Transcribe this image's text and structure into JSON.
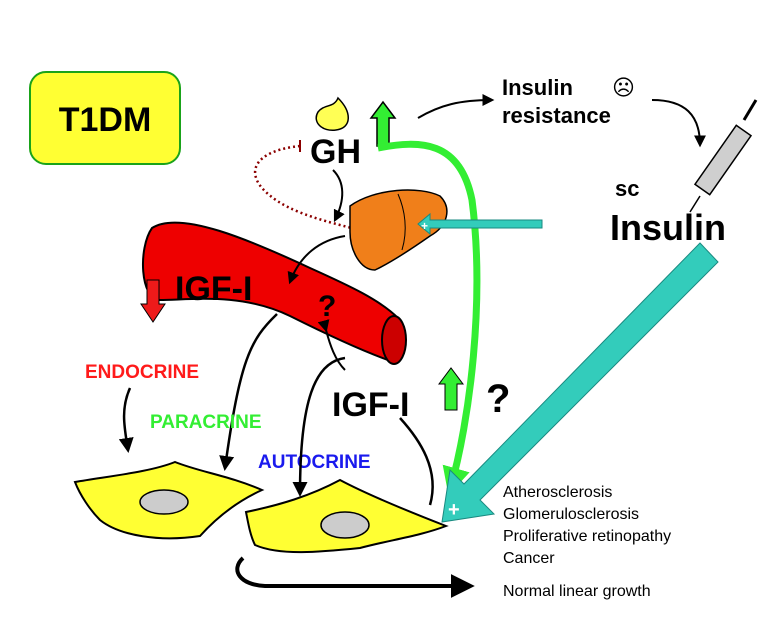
{
  "title_box": {
    "label": "T1DM",
    "fill": "#ffff33",
    "border": "#1aa31a"
  },
  "hormones": {
    "gh": "GH",
    "igf_liver": "IGF-I",
    "igf_local": "IGF-I"
  },
  "question_marks": {
    "vessel": "?",
    "local": "?"
  },
  "insulin_resistance": {
    "line1": "Insulin",
    "line2": "resistance",
    "face": "☹"
  },
  "sc_insulin": {
    "prefix": "sc",
    "label": "Insulin"
  },
  "modes": {
    "endocrine": {
      "label": "ENDOCRINE",
      "color": "#ff1a1a"
    },
    "paracrine": {
      "label": "PARACRINE",
      "color": "#33ee33"
    },
    "autocrine": {
      "label": "AUTOCRINE",
      "color": "#1a1aee"
    }
  },
  "outcomes": [
    "Atherosclerosis",
    "Glomerulosclerosis",
    "Proliferative retinopathy",
    "Cancer"
  ],
  "growth": "Normal linear growth",
  "colors": {
    "pituitary": "#ffff55",
    "liver": "#f07f1a",
    "vessel": "#ee0000",
    "cell": "#ffff33",
    "nucleus": "#cccccc",
    "green_arrow": "#33ee33",
    "insulin_arrow": "#33ccbb",
    "down_arrow": "#ee1a1a"
  }
}
